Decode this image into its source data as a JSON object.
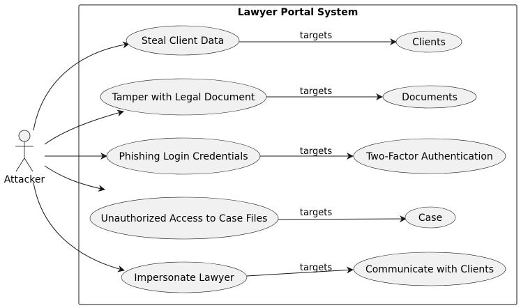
{
  "diagram": {
    "system_title": "Lawyer Portal System",
    "actor": {
      "label": "Attacker"
    },
    "attacks": [
      {
        "id": "steal-client-data",
        "label": "Steal Client Data"
      },
      {
        "id": "tamper-legal-document",
        "label": "Tamper with Legal Document"
      },
      {
        "id": "phishing-login-credentials",
        "label": "Phishing Login Credentials"
      },
      {
        "id": "unauthorized-access-case-files",
        "label": "Unauthorized Access to Case Files"
      },
      {
        "id": "impersonate-lawyer",
        "label": "Impersonate Lawyer"
      }
    ],
    "assets": [
      {
        "id": "clients",
        "label": "Clients"
      },
      {
        "id": "documents",
        "label": "Documents"
      },
      {
        "id": "two-factor-authentication",
        "label": "Two-Factor Authentication"
      },
      {
        "id": "case",
        "label": "Case"
      },
      {
        "id": "communicate-with-clients",
        "label": "Communicate with Clients"
      }
    ],
    "relations": [
      {
        "from": "steal-client-data",
        "to": "clients",
        "label": "targets"
      },
      {
        "from": "tamper-legal-document",
        "to": "documents",
        "label": "targets"
      },
      {
        "from": "phishing-login-credentials",
        "to": "two-factor-authentication",
        "label": "targets"
      },
      {
        "from": "unauthorized-access-case-files",
        "to": "case",
        "label": "targets"
      },
      {
        "from": "impersonate-lawyer",
        "to": "communicate-with-clients",
        "label": "targets"
      }
    ]
  }
}
